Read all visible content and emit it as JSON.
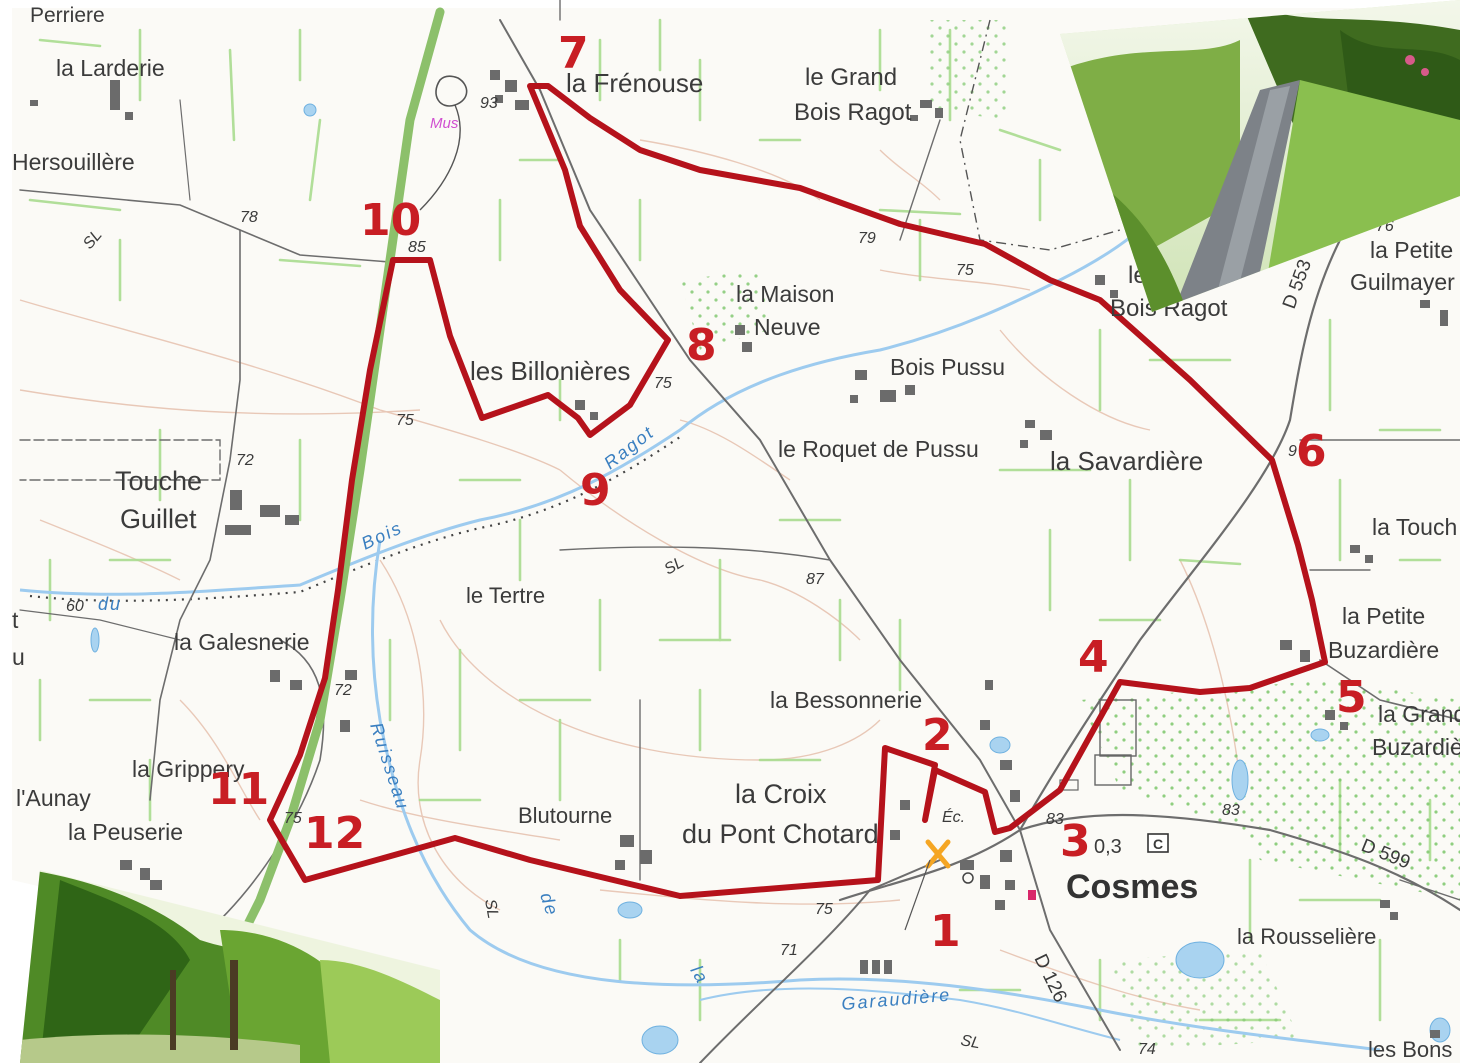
{
  "colors": {
    "route": "#b5121b",
    "waypoint": "#c81e24",
    "water": "#3a7fc0",
    "river": "#8ec1ea",
    "vegetation": "#a4d98a",
    "railway_green": "#8cc06b",
    "road": "#555555",
    "building": "#6b6b6b",
    "contour": "#e0b9a6",
    "start_marker": "#f5a623"
  },
  "town": {
    "name": "Cosmes",
    "label_c": "C",
    "label_03": "0,3",
    "church_abbrev": "Éc."
  },
  "places": [
    {
      "id": "pl-perriere",
      "text": "Perriere"
    },
    {
      "id": "pl-larderie",
      "text": "la Larderie"
    },
    {
      "id": "pl-hersouillere",
      "text": "Hersouillère"
    },
    {
      "id": "pl-frenouse",
      "text": "la Frénouse"
    },
    {
      "id": "pl-grand-bois-ragot-1",
      "text": "le Grand"
    },
    {
      "id": "pl-grand-bois-ragot-2",
      "text": "Bois Ragot"
    },
    {
      "id": "pl-le-bois-ragot-1",
      "text": "le"
    },
    {
      "id": "pl-le-bois-ragot-2",
      "text": "Bois Ragot"
    },
    {
      "id": "pl-petite-guilmayer-1",
      "text": "la Petite"
    },
    {
      "id": "pl-petite-guilmayer-2",
      "text": "Guilmayer"
    },
    {
      "id": "pl-maison-neuve-1",
      "text": "la Maison"
    },
    {
      "id": "pl-maison-neuve-2",
      "text": "Neuve"
    },
    {
      "id": "pl-billonieres",
      "text": "les Billonières"
    },
    {
      "id": "pl-bois-pussu",
      "text": "Bois Pussu"
    },
    {
      "id": "pl-roquet-pussu",
      "text": "le Roquet de Pussu"
    },
    {
      "id": "pl-savardiere",
      "text": "la Savardière"
    },
    {
      "id": "pl-touche-guillet-1",
      "text": "Touche"
    },
    {
      "id": "pl-touche-guillet-2",
      "text": "Guillet"
    },
    {
      "id": "pl-la-touche",
      "text": "la Touch"
    },
    {
      "id": "pl-le-tertre",
      "text": "le Tertre"
    },
    {
      "id": "pl-galesnerie",
      "text": "la Galesnerie"
    },
    {
      "id": "pl-petite-buzardiere-1",
      "text": "la Petite"
    },
    {
      "id": "pl-petite-buzardiere-2",
      "text": "Buzardière"
    },
    {
      "id": "pl-grande-buzardiere-1",
      "text": "la Grand"
    },
    {
      "id": "pl-grande-buzardiere-2",
      "text": "Buzardiè"
    },
    {
      "id": "pl-bessonnerie",
      "text": "la Bessonnerie"
    },
    {
      "id": "pl-croix-pont-1",
      "text": "la Croix"
    },
    {
      "id": "pl-croix-pont-2",
      "text": "du Pont Chotard"
    },
    {
      "id": "pl-blutourne",
      "text": "Blutourne"
    },
    {
      "id": "pl-grippery",
      "text": "la Grippery"
    },
    {
      "id": "pl-aunay",
      "text": "l'Aunay"
    },
    {
      "id": "pl-peuserie",
      "text": "la Peuserie"
    },
    {
      "id": "pl-rousseliere",
      "text": "la Rousselière"
    },
    {
      "id": "pl-les-bons",
      "text": "les Bons"
    },
    {
      "id": "pl-t",
      "text": "t"
    },
    {
      "id": "pl-u",
      "text": "u"
    }
  ],
  "altitudes": [
    "93",
    "78",
    "85",
    "79",
    "75",
    "76",
    "72",
    "75",
    "60",
    "87",
    "72",
    "75",
    "75",
    "83",
    "83",
    "71",
    "74",
    "75",
    "9"
  ],
  "water_labels": {
    "ragot": "Ragot",
    "bois": "Bois",
    "du": "du",
    "ruisseau": "Ruisseau",
    "de": "de",
    "la": "la",
    "garaudiere": "Garaudière"
  },
  "roads": {
    "d553": "D 553",
    "d599": "D 599",
    "d126": "D 126"
  },
  "poi": {
    "mus": "Mus"
  },
  "contour_code": {
    "sl1": "SL",
    "sl2": "SL",
    "sl3": "SL",
    "sl4": "SL"
  },
  "waypoints": [
    {
      "label": "1"
    },
    {
      "label": "2"
    },
    {
      "label": "3"
    },
    {
      "label": "4"
    },
    {
      "label": "5"
    },
    {
      "label": "6"
    },
    {
      "label": "7"
    },
    {
      "label": "8"
    },
    {
      "label": "9"
    },
    {
      "label": "10"
    },
    {
      "label": "11"
    },
    {
      "label": "12"
    }
  ]
}
